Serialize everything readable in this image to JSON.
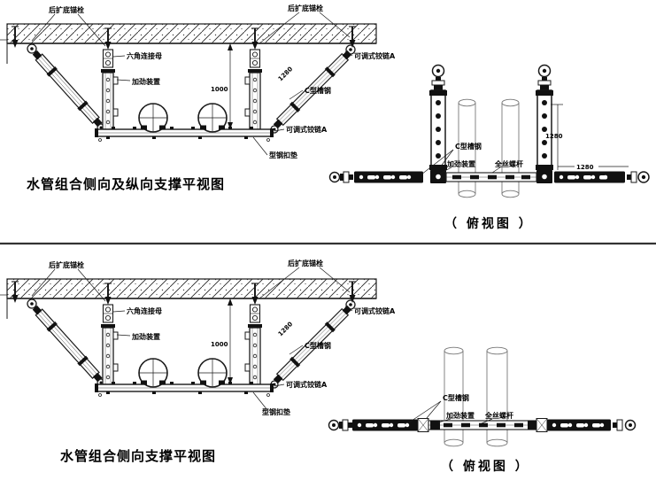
{
  "top_section": {
    "elevation": {
      "title": "水管组合侧向及纵向支撑平视图",
      "labels": {
        "anchor_left": "后扩底锚栓",
        "anchor_right": "后扩底锚栓",
        "hex_nut": "六角连接母",
        "stiffener": "加劲装置",
        "hinge_top": "可调式铰链A",
        "c_channel": "C型槽钢",
        "hinge_bottom": "可调式铰链A",
        "steel_pad": "型钢扣垫"
      },
      "dimensions": {
        "hanger_height": "1000",
        "brace_length": "1280"
      }
    },
    "plan": {
      "caption": "（ 俯视图 ）",
      "labels": {
        "c_channel": "C型槽钢",
        "stiffener": "加劲装置",
        "threaded_rod": "全丝螺杆"
      },
      "dimensions": {
        "strip_length": "1280",
        "segment_length": "1280"
      }
    }
  },
  "bottom_section": {
    "elevation": {
      "title": "水管组合侧向支撑平视图",
      "labels": {
        "anchor_left": "后扩底锚栓",
        "anchor_right": "后扩底锚栓",
        "hex_nut": "六角连接母",
        "stiffener": "加劲装置",
        "hinge_top": "可调式铰链A",
        "c_channel": "C型槽钢",
        "hinge_bottom": "可调式铰链A",
        "steel_pad": "型钢扣垫"
      },
      "dimensions": {
        "hanger_height": "1000",
        "brace_length": "1280"
      }
    },
    "plan": {
      "caption": "（ 俯视图 ）",
      "labels": {
        "c_channel": "C型槽钢",
        "stiffener": "加劲装置",
        "threaded_rod": "全丝螺杆"
      }
    }
  },
  "colors": {
    "line": "#1a1a1a",
    "pipe": "#777777",
    "background": "#ffffff"
  }
}
